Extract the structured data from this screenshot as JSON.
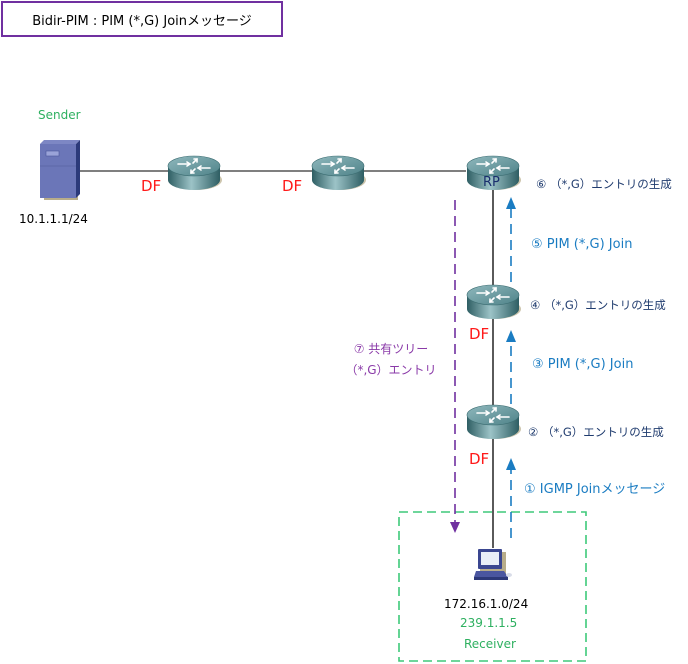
{
  "title": "Bidir-PIM : PIM (*,G) Joinメッセージ",
  "sender": {
    "label": "Sender",
    "address": "10.1.1.1/24",
    "icon": "server-icon"
  },
  "routers": [
    {
      "id": "r1",
      "role_label": "DF",
      "icon": "router-icon"
    },
    {
      "id": "r2",
      "role_label": "DF",
      "icon": "router-icon"
    },
    {
      "id": "rp",
      "name": "RP",
      "icon": "router-icon"
    },
    {
      "id": "r4",
      "role_label": "DF",
      "icon": "router-icon"
    },
    {
      "id": "r5",
      "role_label": "DF",
      "icon": "router-icon"
    }
  ],
  "receiver": {
    "subnet": "172.16.1.0/24",
    "group": "239.1.1.5",
    "label": "Receiver",
    "icon": "pc-icon"
  },
  "steps": {
    "s1": "① IGMP Joinメッセージ",
    "s2": "② （*,G）エントリの生成",
    "s3": "③ PIM (*,G) Join",
    "s4": "④ （*,G）エントリの生成",
    "s5": "⑤ PIM (*,G) Join",
    "s6": "⑥ （*,G）エントリの生成",
    "s7_line1": "⑦ 共有ツリー",
    "s7_line2": "（*,G）エントリ"
  },
  "colors": {
    "title_border": "#7030a0",
    "df_label": "#ff1a1a",
    "join_arrow": "#1a7cc2",
    "shared_tree_arrow": "#7030a0",
    "receiver_box": "#3ec97a",
    "host_label": "#2eb060"
  }
}
